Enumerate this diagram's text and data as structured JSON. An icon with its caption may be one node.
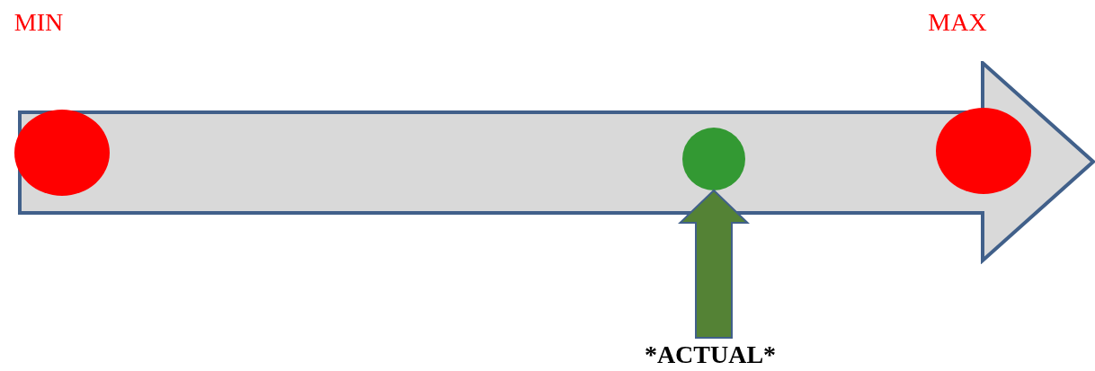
{
  "diagram": {
    "nodes": [
      {
        "text": [],
        "shape": "arrow"
      },
      {
        "text": [],
        "shape": "circle",
        "in": 0,
        "beside": [
          "MIN"
        ]
      },
      {
        "text": [],
        "shape": "circle",
        "in": 0
      },
      {
        "text": [],
        "shape": "circle",
        "in": 0,
        "beside": [
          "MAX"
        ]
      },
      {
        "text": [
          "*ACTUAL*"
        ]
      }
    ],
    "edges": [
      {
        "from": 4,
        "to": 2,
        "arrow": "to",
        "style": "thick"
      }
    ]
  }
}
